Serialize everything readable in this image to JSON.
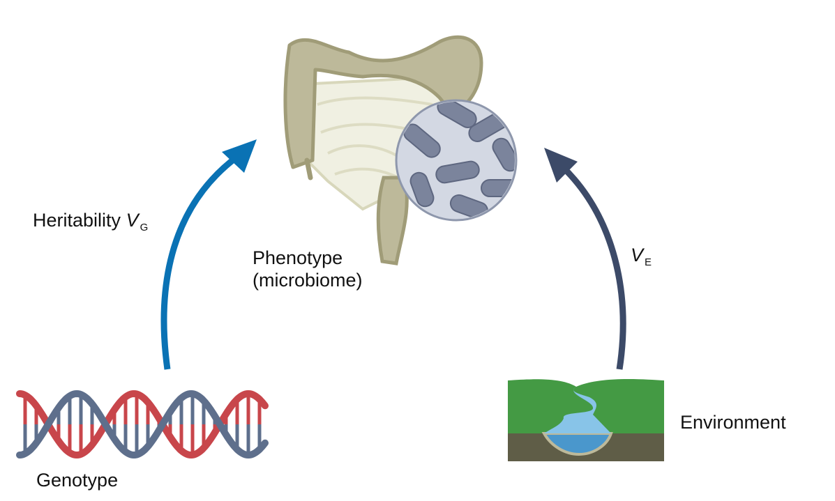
{
  "labels": {
    "heritability": "Heritability",
    "vg_symbol": "V",
    "vg_subscript": "G",
    "ve_symbol": "V",
    "ve_subscript": "E",
    "phenotype_line1": "Phenotype",
    "phenotype_line2": "(microbiome)",
    "genotype": "Genotype",
    "environment": "Environment"
  },
  "colors": {
    "genetic_arrow": "#0a72b4",
    "environment_arrow": "#3c4a68",
    "dna_red": "#c8464b",
    "dna_blue": "#5e6f8c",
    "colon": "#bdb99a",
    "colon_outline": "#a09c78",
    "grass": "#449a44",
    "soil": "#5f5d47",
    "river": "#88c4e8",
    "lake": "#4a97cc",
    "bacteria": "#7b849c"
  },
  "icons": [
    "dna-helix",
    "colon-with-microbes",
    "river-landscape"
  ]
}
